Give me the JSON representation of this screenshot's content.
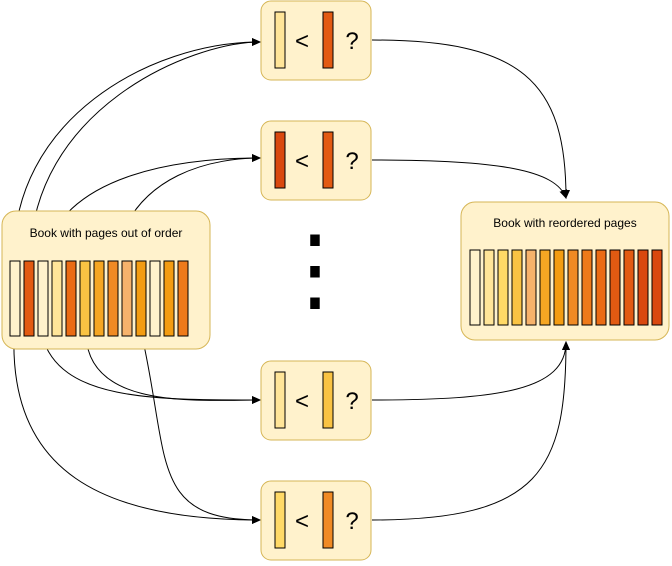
{
  "colors": {
    "box_fill": "#fff2cc",
    "box_stroke": "#d6b656",
    "page_stroke": "#000000",
    "edge": "#000000",
    "palette": [
      "#fff2cc",
      "#ffe599",
      "#ffd966",
      "#f9c343",
      "#f6b26b",
      "#f5a623",
      "#f39c12",
      "#f08a24",
      "#ee7a1a",
      "#ea6b14",
      "#e25a12",
      "#d9480f"
    ]
  },
  "source_book": {
    "title": "Book with pages out of order",
    "pages": [
      0,
      10,
      0,
      1,
      9,
      3,
      5,
      7,
      4,
      6,
      0,
      6,
      8
    ]
  },
  "result_book": {
    "title": "Book with reordered pages",
    "pages": [
      0,
      1,
      2,
      3,
      4,
      5,
      6,
      7,
      8,
      9,
      10,
      10,
      11,
      11
    ]
  },
  "comparisons": [
    {
      "left_shade": 1,
      "right_shade": 10,
      "op": "<",
      "result": "?"
    },
    {
      "left_shade": 11,
      "right_shade": 10,
      "op": "<",
      "result": "?"
    },
    {
      "left_shade": 1,
      "right_shade": 3,
      "op": "<",
      "result": "?"
    },
    {
      "left_shade": 2,
      "right_shade": 7,
      "op": "<",
      "result": "?"
    }
  ],
  "ellipsis": "⋮"
}
